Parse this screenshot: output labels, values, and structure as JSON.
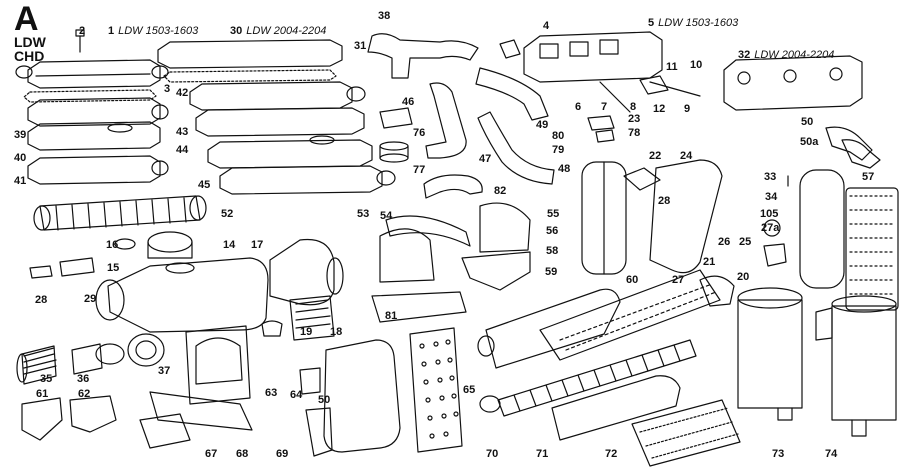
{
  "section": {
    "letter": "A",
    "line1": "LDW",
    "line2": "CHD"
  },
  "headers": [
    {
      "num": "1",
      "text": "LDW 1503-1603"
    },
    {
      "num": "30",
      "text": "LDW 2004-2204"
    },
    {
      "num": "5",
      "text": "LDW 1503-1603"
    },
    {
      "num": "32",
      "text": "LDW 2004-2204"
    }
  ],
  "callouts": [
    "2",
    "3",
    "39",
    "40",
    "41",
    "31",
    "42",
    "43",
    "44",
    "45",
    "38",
    "46",
    "76",
    "77",
    "4",
    "6",
    "7",
    "8",
    "11",
    "10",
    "12",
    "9",
    "23",
    "78",
    "80",
    "79",
    "49",
    "47",
    "48",
    "82",
    "22",
    "24",
    "28",
    "33",
    "34",
    "57",
    "50",
    "50a",
    "52",
    "53",
    "54",
    "55",
    "56",
    "58",
    "27a",
    "105",
    "26",
    "25",
    "21",
    "20",
    "16",
    "14",
    "17",
    "15",
    "28",
    "29",
    "27",
    "59",
    "60",
    "81",
    "19",
    "18",
    "35",
    "36",
    "37",
    "63",
    "64",
    "50",
    "65",
    "62",
    "61",
    "67",
    "68",
    "69",
    "70",
    "71",
    "72",
    "73",
    "74"
  ]
}
